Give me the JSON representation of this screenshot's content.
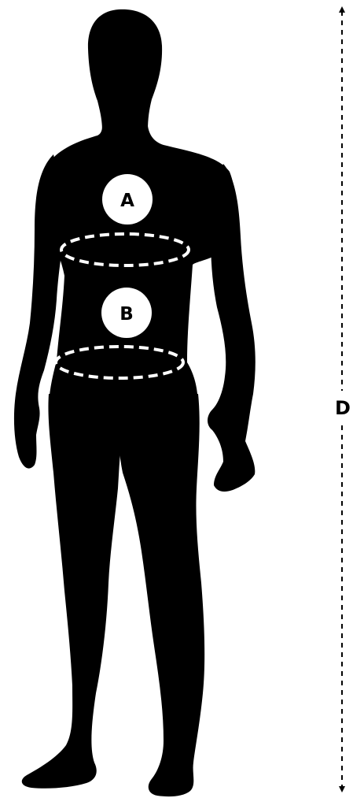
{
  "colors": {
    "background": "#ffffff",
    "silhouette": "#000000",
    "marker_fill": "#ffffff",
    "marker_text": "#000000",
    "measure_line": "#ffffff",
    "height_line": "#000000"
  },
  "markers": {
    "chest": {
      "label": "A",
      "icon": "tape-loop-icon"
    },
    "waist": {
      "label": "B",
      "icon": "tape-loop-icon"
    },
    "height": {
      "label": "D",
      "icon": "dashed-arrow-icon"
    }
  }
}
